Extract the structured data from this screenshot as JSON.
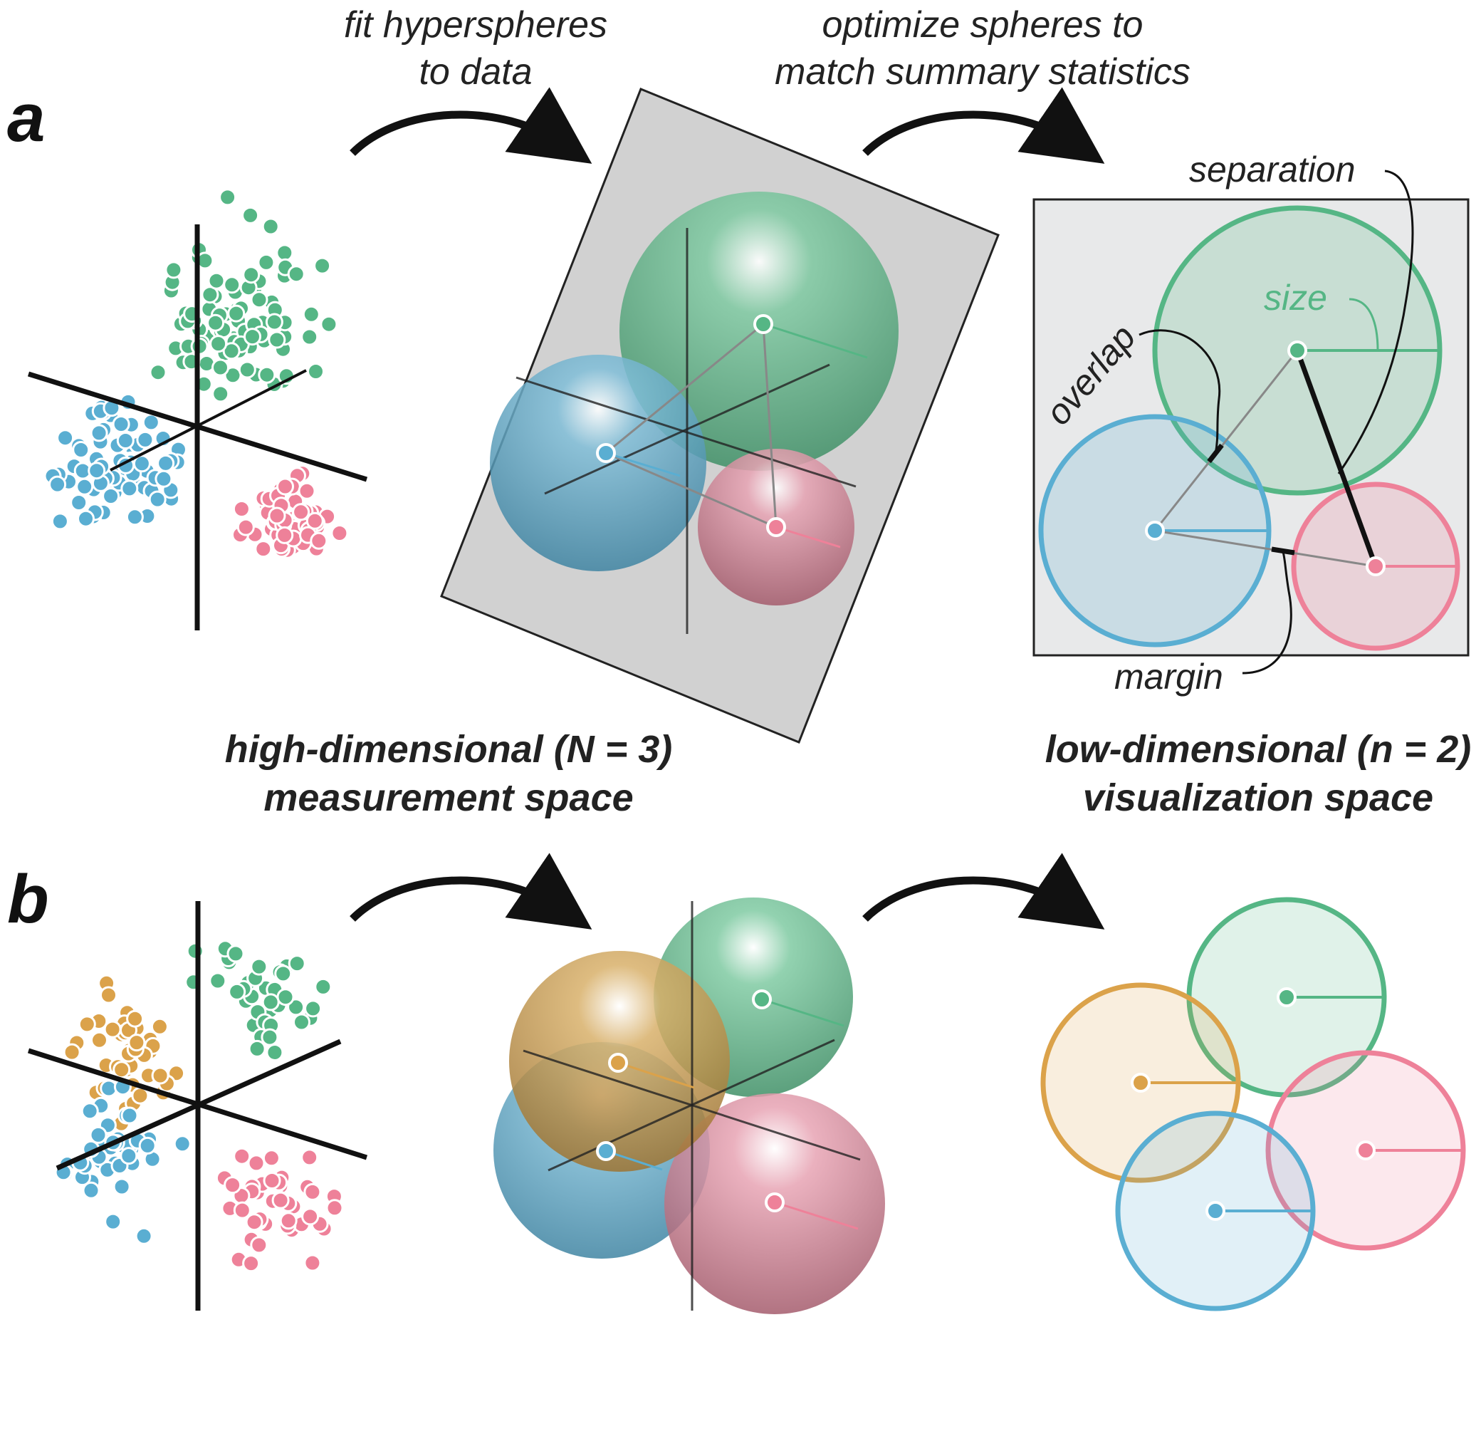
{
  "panels": {
    "a": {
      "letter": "a"
    },
    "b": {
      "letter": "b"
    }
  },
  "captions": {
    "fit_line1": "fit hyperspheres",
    "fit_line2": "to data",
    "opt_line1": "optimize spheres to",
    "opt_line2": "match summary statistics"
  },
  "space_titles": {
    "high_line1": "high-dimensional (N = 3)",
    "high_line2": "measurement space",
    "low_line1": "low-dimensional (n = 2)",
    "low_line2": "visualization space"
  },
  "annotations": {
    "separation": "separation",
    "size": "size",
    "overlap": "overlap",
    "margin": "margin"
  },
  "colors": {
    "green": "#55b685",
    "blue": "#5aaed2",
    "pink": "#ee8199",
    "orange": "#dba24a",
    "plane": "#d1d1d1",
    "viz_bg": "#e8e9ea",
    "axis": "#111111"
  }
}
